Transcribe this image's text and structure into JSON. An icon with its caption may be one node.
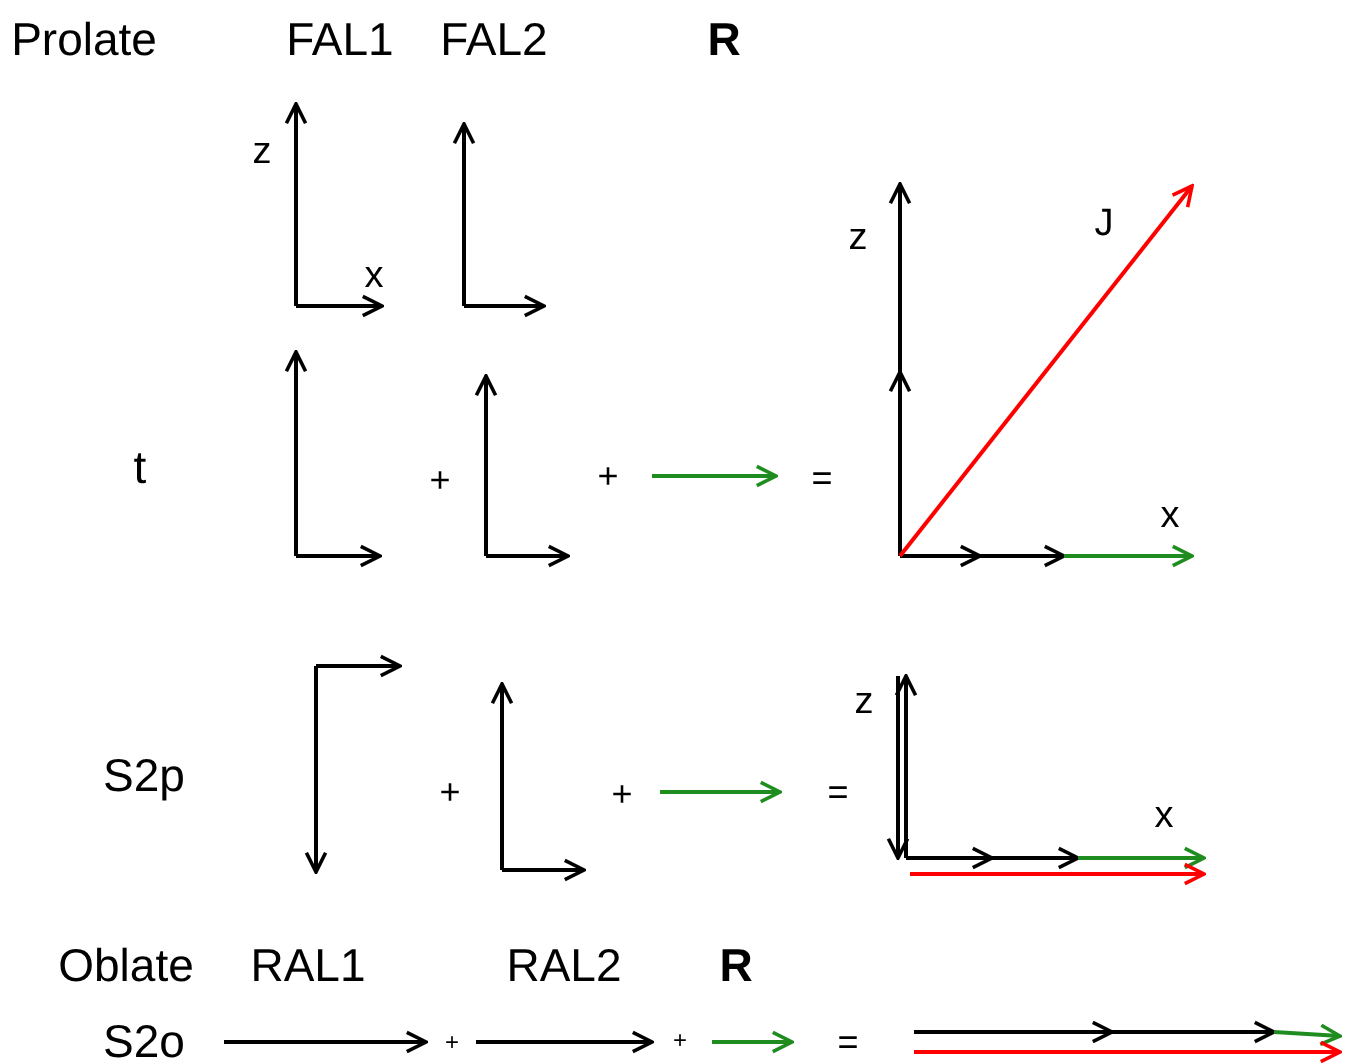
{
  "diagram": {
    "labels": [
      "Prolate",
      "FAL1",
      "FAL2",
      "R",
      "z",
      "x",
      "z",
      "J",
      "t",
      "+",
      "+",
      "=",
      "x",
      "S2p",
      "+",
      "+",
      "=",
      "z",
      "x",
      "Oblate",
      "RAL1",
      "RAL2",
      "R",
      "S2o",
      "+",
      "+",
      "="
    ]
  }
}
